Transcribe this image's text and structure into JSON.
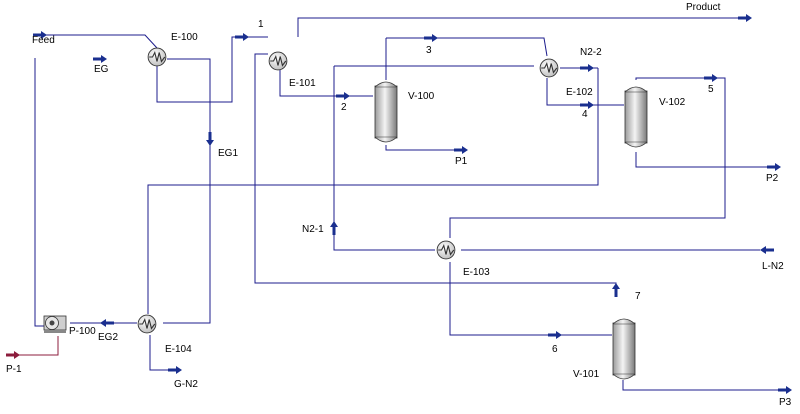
{
  "colors": {
    "stream": "#1c1c8c",
    "energy": "#8c1c3c",
    "arrow": "#1a2f8f"
  },
  "equipment": {
    "e100": {
      "label": "E-100",
      "icon": "heat-exchanger"
    },
    "e101": {
      "label": "E-101",
      "icon": "heat-exchanger"
    },
    "e102": {
      "label": "E-102",
      "icon": "heat-exchanger"
    },
    "e103": {
      "label": "E-103",
      "icon": "heat-exchanger"
    },
    "e104": {
      "label": "E-104",
      "icon": "heat-exchanger"
    },
    "v100": {
      "label": "V-100",
      "icon": "separator-vessel"
    },
    "v101": {
      "label": "V-101",
      "icon": "separator-vessel"
    },
    "v102": {
      "label": "V-102",
      "icon": "separator-vessel"
    },
    "p100": {
      "label": "P-100",
      "icon": "pump"
    }
  },
  "streams": {
    "feed": "Feed",
    "product": "Product",
    "eg": "EG",
    "eg1": "EG1",
    "eg2": "EG2",
    "s1": "1",
    "s2": "2",
    "s3": "3",
    "s4": "4",
    "s5": "5",
    "s6": "6",
    "s7": "7",
    "n2_1": "N2-1",
    "n2_2": "N2-2",
    "l_n2": "L-N2",
    "g_n2": "G-N2",
    "p1": "P1",
    "p2": "P2",
    "p3": "P3",
    "p_1": "P-1"
  }
}
